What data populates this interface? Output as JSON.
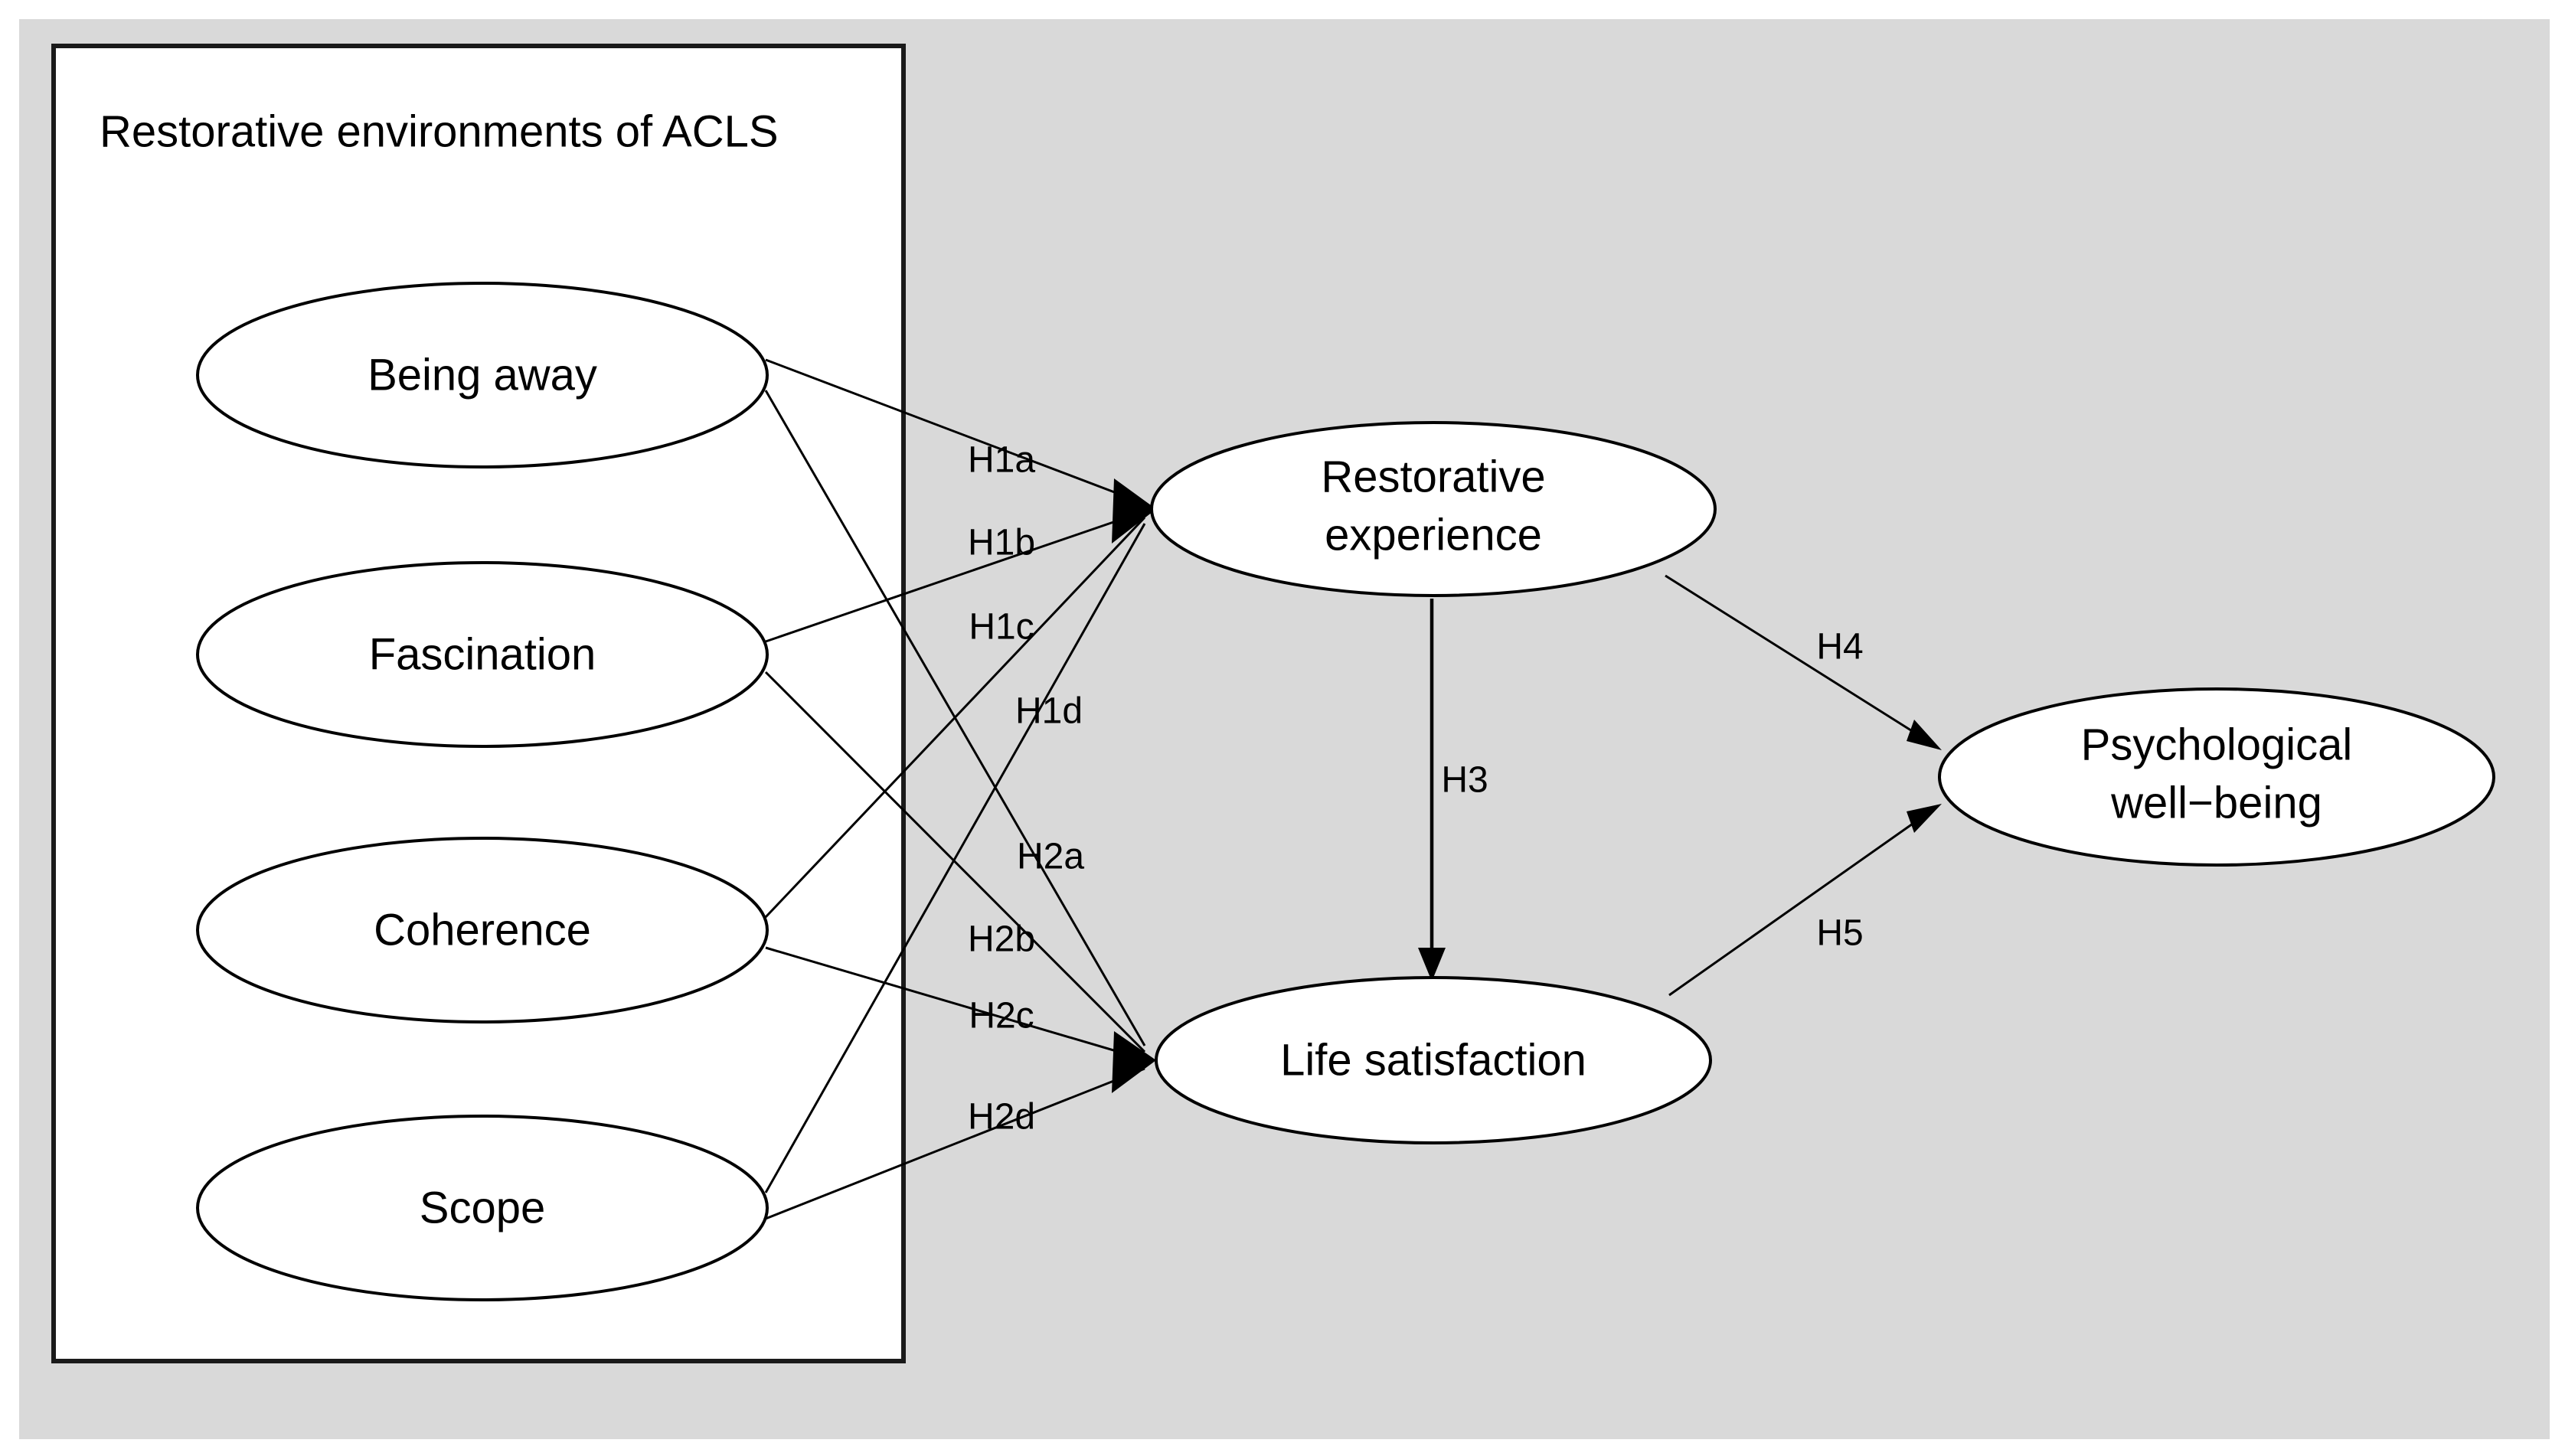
{
  "figure": {
    "type": "path-model-diagram",
    "background_color": "#d9d9d9",
    "panel_color": "#ffffff",
    "line_color": "#000000",
    "group": {
      "title": "Restorative environments of ACLS",
      "nodes": [
        {
          "id": "being-away",
          "label": "Being away"
        },
        {
          "id": "fascination",
          "label": "Fascination"
        },
        {
          "id": "coherence",
          "label": "Coherence"
        },
        {
          "id": "scope",
          "label": "Scope"
        }
      ]
    },
    "mediators": [
      {
        "id": "restorative-experience",
        "line1": "Restorative",
        "line2": "experience"
      },
      {
        "id": "life-satisfaction",
        "line1": "Life satisfaction",
        "line2": ""
      }
    ],
    "outcome": {
      "id": "psychological-well-being",
      "line1": "Psychological",
      "line2": "well−being"
    },
    "paths": [
      {
        "id": "h1a",
        "label": "H1a",
        "from": "being-away",
        "to": "restorative-experience"
      },
      {
        "id": "h1b",
        "label": "H1b",
        "from": "fascination",
        "to": "restorative-experience"
      },
      {
        "id": "h1c",
        "label": "H1c",
        "from": "coherence",
        "to": "restorative-experience"
      },
      {
        "id": "h1d",
        "label": "H1d",
        "from": "scope",
        "to": "restorative-experience"
      },
      {
        "id": "h2a",
        "label": "H2a",
        "from": "being-away",
        "to": "life-satisfaction"
      },
      {
        "id": "h2b",
        "label": "H2b",
        "from": "fascination",
        "to": "life-satisfaction"
      },
      {
        "id": "h2c",
        "label": "H2c",
        "from": "coherence",
        "to": "life-satisfaction"
      },
      {
        "id": "h2d",
        "label": "H2d",
        "from": "scope",
        "to": "life-satisfaction"
      },
      {
        "id": "h3",
        "label": "H3",
        "from": "restorative-experience",
        "to": "life-satisfaction"
      },
      {
        "id": "h4",
        "label": "H4",
        "from": "restorative-experience",
        "to": "psychological-well-being"
      },
      {
        "id": "h5",
        "label": "H5",
        "from": "life-satisfaction",
        "to": "psychological-well-being"
      }
    ]
  }
}
